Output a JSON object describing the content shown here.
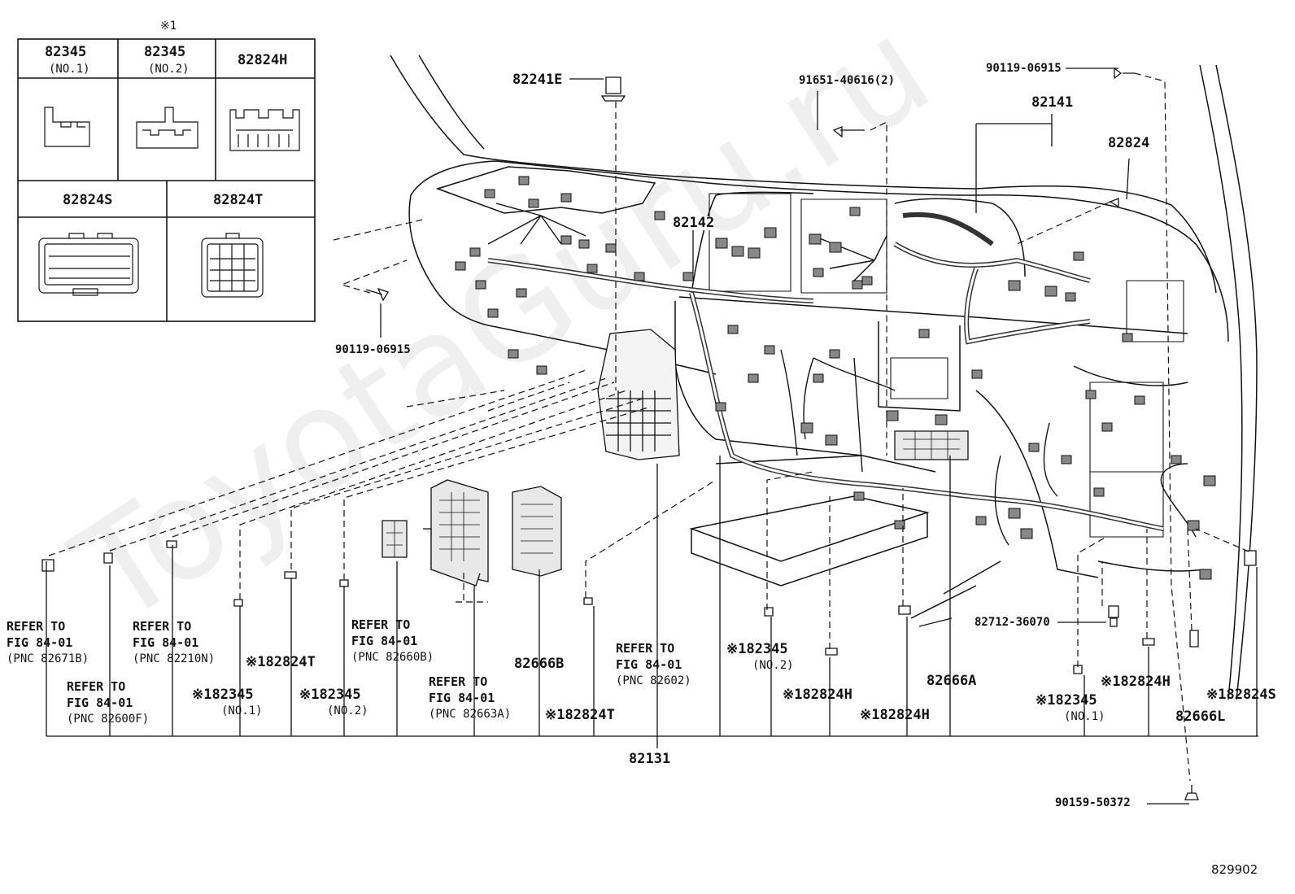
{
  "watermark": "ToyotaGuru.ru",
  "figure_code": "829902",
  "legend": {
    "note_mark": "※1",
    "cells": [
      {
        "part": "82345",
        "sub": "(NO.1)"
      },
      {
        "part": "82345",
        "sub": "(NO.2)"
      },
      {
        "part": "82824H",
        "sub": ""
      },
      {
        "part": "82824S",
        "sub": ""
      },
      {
        "part": "82824T",
        "sub": ""
      }
    ]
  },
  "labels": {
    "p82241E": "82241E",
    "p91651": "91651-40616(2)",
    "p90119_top": "90119-06915",
    "p82141": "82141",
    "p82824": "82824",
    "p82142": "82142",
    "p90119_left": "90119-06915",
    "p82712": "82712-36070",
    "p90159": "90159-50372",
    "p82131": "82131",
    "p82666B": "82666B",
    "p82666A": "82666A",
    "p82666L": "82666L",
    "p82824T_a": "※182824T",
    "p82824T_b": "※182824T",
    "p82345_no1_a": "※182345",
    "p82345_no1_a_sub": "(NO.1)",
    "p82345_no2_a": "※182345",
    "p82345_no2_a_sub": "(NO.2)",
    "p82345_no2_b": "※182345",
    "p82345_no2_b_sub": "(NO.2)",
    "p82824H_a": "※182824H",
    "p82824H_b": "※182824H",
    "p82824H_c": "※182824H",
    "p82345_no1_b": "※182345",
    "p82345_no1_b_sub": "(NO.1)",
    "p82824S": "※182824S"
  },
  "refs": [
    {
      "l1": "REFER TO",
      "l2": "FIG 84-01",
      "pnc": "(PNC 82671B)"
    },
    {
      "l1": "REFER TO",
      "l2": "FIG 84-01",
      "pnc": "(PNC 82600F)"
    },
    {
      "l1": "REFER TO",
      "l2": "FIG 84-01",
      "pnc": "(PNC 82210N)"
    },
    {
      "l1": "REFER TO",
      "l2": "FIG 84-01",
      "pnc": "(PNC 82660B)"
    },
    {
      "l1": "REFER TO",
      "l2": "FIG 84-01",
      "pnc": "(PNC 82663A)"
    },
    {
      "l1": "REFER TO",
      "l2": "FIG 84-01",
      "pnc": "(PNC 82602)"
    }
  ]
}
